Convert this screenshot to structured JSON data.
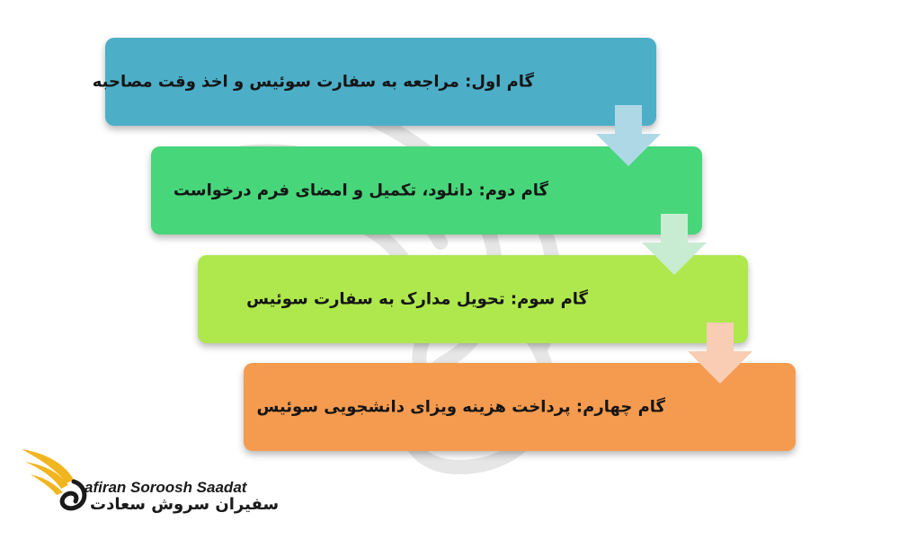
{
  "colors": {
    "step1": "#4daec8",
    "step2": "#47d67a",
    "step3": "#aee84c",
    "step4": "#f59b4f",
    "arrow1": "#aed8e6",
    "arrow2": "#c7ecd1",
    "arrow3": "#f8cdb4",
    "logo_gold": "#f1b51f",
    "logo_dark": "#1a1a1a"
  },
  "steps": [
    {
      "label": "گام اول: مراجعه به سفارت سوئیس و اخذ وقت مصاحبه"
    },
    {
      "label": "گام دوم: دانلود، تکمیل و امضای فرم درخواست"
    },
    {
      "label": "گام سوم: تحویل مدارک به سفارت سوئیس"
    },
    {
      "label": "گام چهارم: پرداخت هزینه ویزای دانشجویی سوئیس"
    }
  ],
  "arrows": [
    {
      "icon": "arrow-down-icon"
    },
    {
      "icon": "arrow-down-icon"
    },
    {
      "icon": "arrow-down-icon"
    }
  ],
  "logo": {
    "icon": "swan-wing-logo-icon",
    "name_en": "afiran Soroosh Saadat",
    "name_fa": "سفیران سروش سعادت"
  },
  "watermark": {
    "icon": "swan-watermark-icon"
  }
}
